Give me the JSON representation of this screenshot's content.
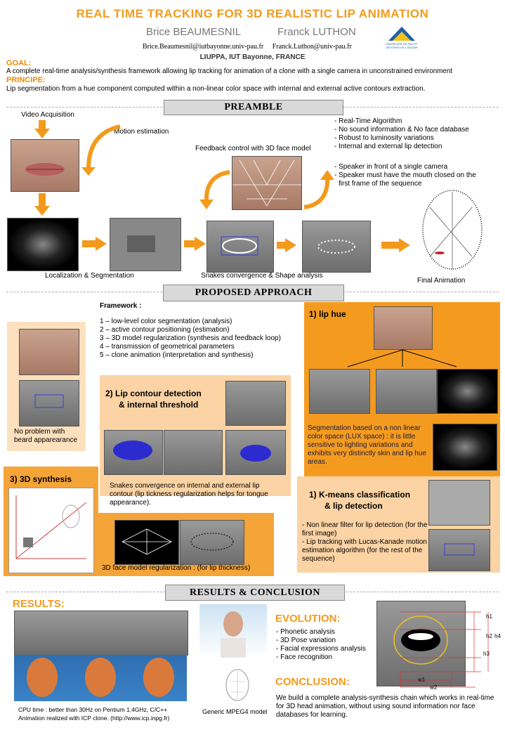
{
  "header": {
    "title": "REAL TIME TRACKING FOR 3D REALISTIC LIP ANIMATION",
    "author1": "Brice BEAUMESNIL",
    "author2": "Franck LUTHON",
    "emails": "Brice.Beaumesnil@iutbayonne.univ-pau.fr     Franck.Luthon@univ-pau.fr",
    "affiliation": "LIUPPA, IUT Bayonne, FRANCE",
    "logo_text": "UNIVERSITÉ DE PAU ET DES PAYS DE L'ADOUR"
  },
  "goal": {
    "label": "GOAL:",
    "text": "A complete real-time analysis/synthesis framework allowing lip tracking for animation of a clone with a single camera in unconstrained environment",
    "principe_label": "PRINCIPE:",
    "principe_text": "Lip segmentation from a hue component computed within a non-linear color space with internal and external active contours extraction."
  },
  "preamble": {
    "banner": "PREAMBLE",
    "video_acq": "Video Acquisition",
    "motion_est": "Motion estimation",
    "feedback": "Feedback control with 3D face model",
    "loc_seg": "Localization & Segmentation",
    "snakes": "Snakes convergence & Shape analysis",
    "final": "Final Animation",
    "bullets1": [
      "- Real-Time Algorithm",
      "- No sound information & No face database",
      "- Robust to luminosity variations",
      "- Internal and external lip detection"
    ],
    "bullets2": [
      "- Speaker in front of a single camera",
      "- Speaker must have the mouth closed on the",
      "first frame of the sequence"
    ]
  },
  "approach": {
    "banner": "PROPOSED APPROACH",
    "framework_title": "Framework :",
    "framework_items": [
      "1 – low-level color segmentation (analysis)",
      "2 – active contour positioning (estimation)",
      "3 – 3D model regularization (synthesis and feedback loop)",
      "4 – transmission of geometrical parameters",
      "5 – clone animation (interpretation and synthesis)"
    ],
    "beard_caption": "No problem with beard apparearance",
    "lip_hue_title": "1) lip hue",
    "lip_hue_text": "Segmentation based on a non linear color space (LUX space) : it is little sensitive to lighting variations and exhibits very distinctly skin and lip hue areas.",
    "contour_title1": "2) Lip contour detection",
    "contour_title2": "& internal threshold",
    "contour_text": "Snakes convergence on internal and external lip contour (lip tickness regularization helps for tongue appearance).",
    "synth_title": "3) 3D synthesis",
    "synth_caption": "3D face model regularization : (for lip thickness)",
    "kmeans_title1": "1) K-means classification",
    "kmeans_title2": "& lip detection",
    "kmeans_text": "- Non linear filter for lip detection (for the first image)\n- Lip tracking with Lucas-Kanade motion estimation algorithm (for the rest of the sequence)"
  },
  "results": {
    "banner": "RESULTS & CONCLUSION",
    "results_label": "RESULTS:",
    "cpu_text": "CPU time : better than 30Hz on Pentium 1.4GHz, C/C++",
    "anim_text": "Animation realized with ICP clone. (http://www.icp.inpg.fr)",
    "mpeg_caption": "Generic MPEG4 model",
    "evolution_label": "EVOLUTION:",
    "evolution_items": [
      "- Phonetic analysis",
      "- 3D Pose variation",
      "- Facial expressions analysis",
      "- Face recognition"
    ],
    "conclusion_label": "CONCLUSION:",
    "conclusion_text": "We build a complete analysis-synthesis chain which works in real-time for 3D head animation, without using sound information nor face databases for learning.",
    "dims": [
      "h1",
      "h2",
      "h3",
      "h4",
      "w1",
      "w2"
    ]
  }
}
